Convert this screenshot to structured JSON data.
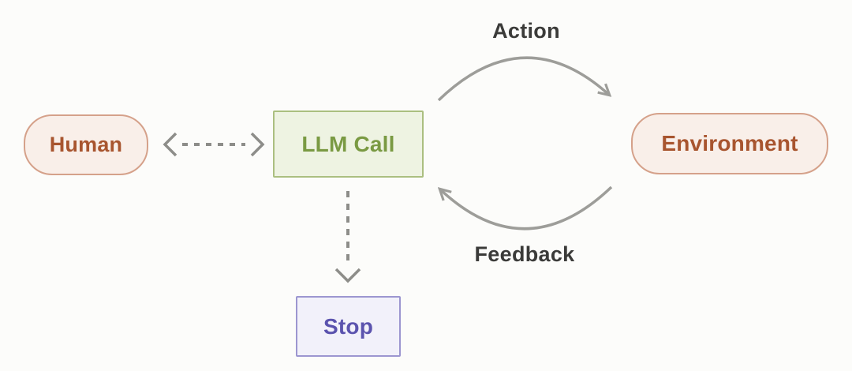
{
  "colors": {
    "background": "#fcfcfa",
    "human_env_bg": "#f9efe9",
    "human_env_border": "#d5a18a",
    "human_env_text": "#a8552f",
    "llm_bg": "#eef3e2",
    "llm_border": "#abbf80",
    "llm_text": "#7a9a43",
    "stop_bg": "#f2f1fa",
    "stop_border": "#9c96d0",
    "stop_text": "#5b53ae",
    "arrow": "#9d9d99",
    "dashed_arrow": "#8d8d89",
    "edge_label": "#3b3b39"
  },
  "nodes": {
    "human": {
      "label": "Human"
    },
    "llm_call": {
      "label": "LLM Call"
    },
    "environment": {
      "label": "Environment"
    },
    "stop": {
      "label": "Stop"
    }
  },
  "edges": {
    "action": {
      "label": "Action"
    },
    "feedback": {
      "label": "Feedback"
    },
    "human_llm": {
      "style": "dashed-bidirectional"
    },
    "llm_stop": {
      "style": "dashed"
    }
  }
}
